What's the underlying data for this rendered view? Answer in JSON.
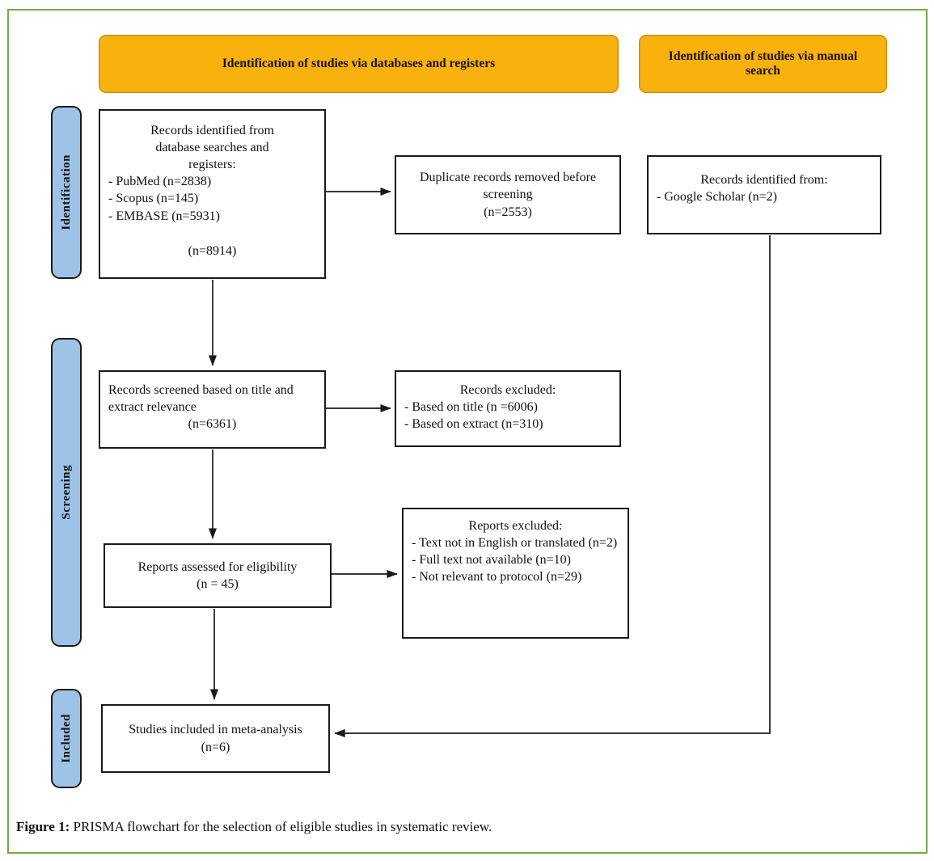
{
  "colors": {
    "header_bg": "#F9B10E",
    "stage_bg": "#9DC3E6",
    "frame_border": "#70AD47",
    "box_border": "#1a1a1a"
  },
  "headers": {
    "databases": "Identification of studies via databases and registers",
    "manual": "Identification of studies via manual search"
  },
  "stages": {
    "identification": "Identification",
    "screening": "Screening",
    "included": "Included"
  },
  "boxes": {
    "records_identified": {
      "title": "Records identified from database searches and registers:",
      "items": [
        "- PubMed (n=2838)",
        "- Scopus (n=145)",
        "- EMBASE (n=5931)"
      ],
      "total": "(n=8914)"
    },
    "duplicates_removed": {
      "text": "Duplicate records removed before screening",
      "count": "(n=2553)"
    },
    "manual_records": {
      "title": "Records identified from:",
      "items": [
        "- Google Scholar (n=2)"
      ]
    },
    "records_screened": {
      "text": "Records screened based on title and extract relevance",
      "count": "(n=6361)"
    },
    "records_excluded": {
      "title": "Records excluded:",
      "items": [
        "- Based on title (n =6006)",
        "- Based on extract (n=310)"
      ]
    },
    "reports_assessed": {
      "text": "Reports assessed for eligibility",
      "count": "(n = 45)"
    },
    "reports_excluded": {
      "title": "Reports excluded:",
      "items": [
        "- Text not in English or translated (n=2)",
        "- Full text not available (n=10)",
        "- Not relevant to protocol (n=29)"
      ]
    },
    "studies_included": {
      "text": "Studies included in meta-analysis",
      "count": "(n=6)"
    }
  },
  "caption": {
    "label": "Figure 1:",
    "text": " PRISMA flowchart for the selection of eligible studies in systematic review."
  }
}
